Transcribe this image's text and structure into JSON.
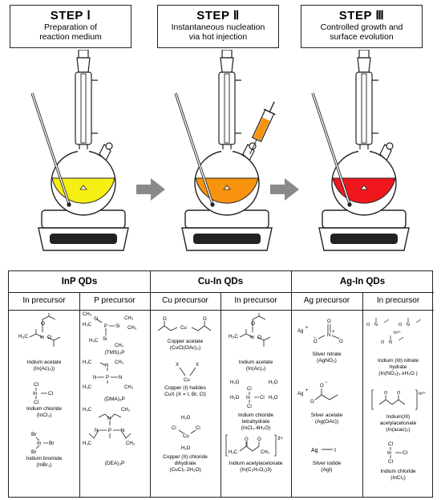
{
  "steps": [
    {
      "title": "STEP Ⅰ",
      "line1": "Preparation of",
      "line2": "reaction medium",
      "liquid": "#f5ef14"
    },
    {
      "title": "STEP Ⅱ",
      "line1": "Instantaneous nucleation",
      "line2": "via hot injection",
      "liquid": "#f7930f"
    },
    {
      "title": "STEP Ⅲ",
      "line1": "Controlled growth and",
      "line2": "surface evolution",
      "liquid": "#f0161e"
    }
  ],
  "table": {
    "groups": [
      "InP QDs",
      "Cu-In QDs",
      "Ag-In QDs"
    ],
    "subheaders": [
      "In precursor",
      "P precursor",
      "Cu precursor",
      "In precursor",
      "Ag precursor",
      "In precursor"
    ],
    "inp_in": [
      {
        "name": "Indium acetate",
        "formula": "(In(Ac)₃))"
      },
      {
        "name": "Indium chloride",
        "formula": "(InCl₃)"
      },
      {
        "name": "Indium bromide",
        "formula": "(InBr₃)"
      }
    ],
    "inp_p": [
      {
        "formula": "(TMS)₃P"
      },
      {
        "formula": "(DMA)₃P"
      },
      {
        "formula": "(DEA)₃P"
      }
    ],
    "cu_cu": [
      {
        "name": "Copper acetate",
        "formula": "(CuCl(OAc)₂)"
      },
      {
        "name": "Copper (I) halides",
        "formula": "CuX (X = I, Br, Cl)"
      },
      {
        "name": "Copper (II) chloride",
        "line2": "dihydrate",
        "formula": "(CuCl₂·2H₂O)"
      }
    ],
    "cu_in": [
      {
        "name": "Indium acetate",
        "formula": "(In(Ac)₃)"
      },
      {
        "name": "Indium chloride",
        "line2": "tetrahydrate",
        "formula": "(InCl₃·4H₂O)"
      },
      {
        "name": "Indium acetylacetonate",
        "formula": "(In(C₅H₇O₂)3)"
      }
    ],
    "ag_ag": [
      {
        "name": "Silver nitrate",
        "formula": "(AgNO₃)"
      },
      {
        "name": "Silver acetate",
        "formula": "(Ag(OAc))"
      },
      {
        "name": "Silver iodide",
        "formula": "(AgI)"
      }
    ],
    "ag_in": [
      {
        "name": "Indium (III) nitrate",
        "line2": "hydrate",
        "formula": "(In(NO₃)₃·xH₂O )"
      },
      {
        "name": "Indium(III)",
        "line2": "acetylacetonate",
        "formula": "(In(acac)₃)"
      },
      {
        "name": "Indium chloride",
        "formula": "(InCl₃)"
      }
    ],
    "labels": {
      "ag": "Ag",
      "in": "In",
      "cu": "Cu",
      "cl": "Cl",
      "br": "Br",
      "p": "P",
      "si": "Si",
      "n": "N",
      "o": "O",
      "x": "X",
      "h2o": "H₂O",
      "h3c": "H₃C",
      "ch3": "CH₃",
      "i": "I",
      "plus": "+",
      "minus": "−",
      "three_plus": "3+",
      "in3": "In³⁺"
    }
  }
}
